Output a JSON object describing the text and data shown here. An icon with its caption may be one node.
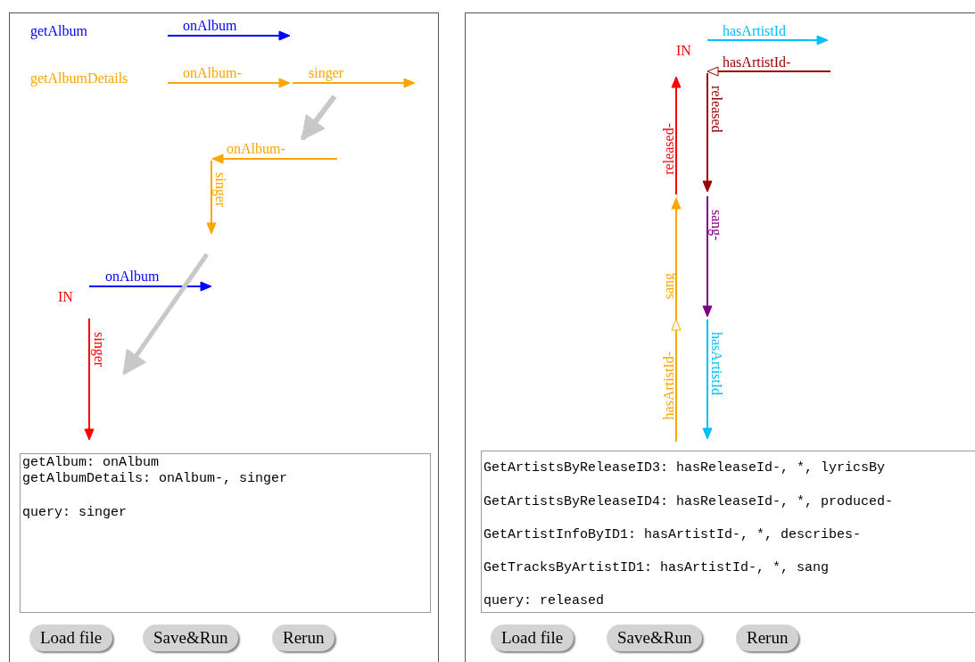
{
  "diagram": {
    "labels": [
      "getAlbum",
      "onAlbum",
      "getAlbumDetails",
      "onAlbum-",
      "singer",
      "onAlbum-",
      "singer",
      "onAlbum",
      "IN",
      "singer",
      "getAlbum: onAlbum",
      "getAlbumDetails: onAlbum-, singer",
      "query: singer",
      "Load file",
      "Save&Run",
      "Rerun",
      "hasArtistId",
      "IN",
      "hasArtistId-",
      "released",
      "released-",
      "sang-",
      "sang",
      "hasArtistId-",
      "hasArtistId",
      "GetArtistsByReleaseID3: hasReleaseId-, *, lyricsBy",
      "GetArtistsByReleaseID4: hasReleaseId-, *, produced-",
      "GetArtistInfoByID1: hasArtistId-, *, describes-",
      "GetTracksByArtistID1: hasArtistId-, *, sang",
      "query: released",
      "Load file",
      "Save&Run",
      "Rerun"
    ]
  }
}
